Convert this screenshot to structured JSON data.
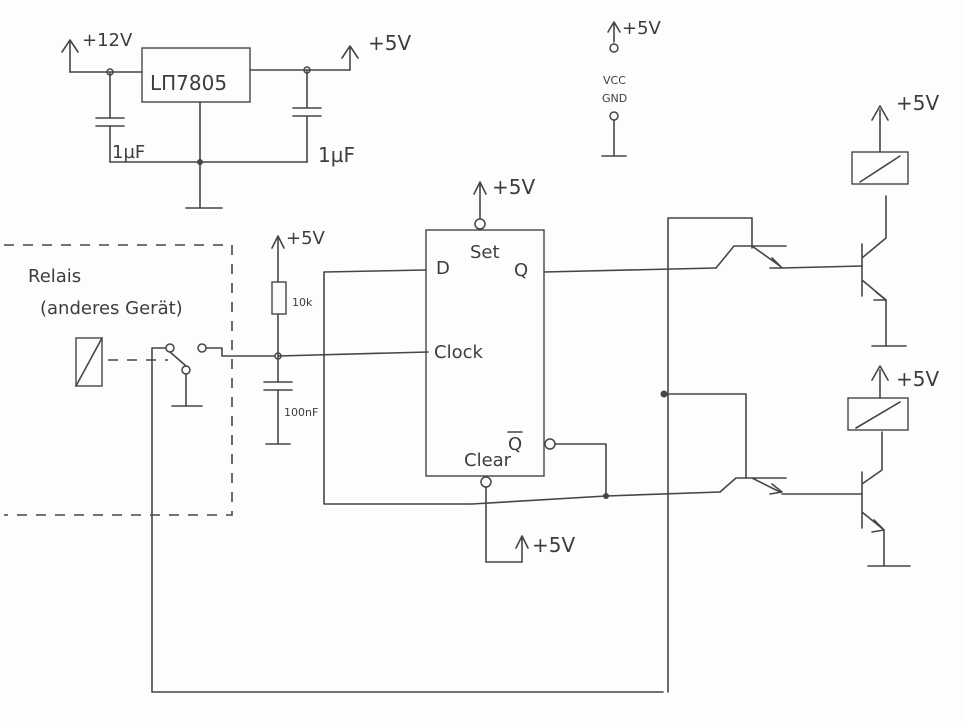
{
  "power": {
    "in_12v": "+12V",
    "out_5v": "+5V",
    "regulator": "LП7805",
    "cap_left": "1µF",
    "cap_right": "1µF"
  },
  "header_pin": {
    "supply": "+5V",
    "vcc": "VCC",
    "gnd": "GND"
  },
  "flipflop": {
    "supply": "+5V",
    "set": "Set",
    "d": "D",
    "q": "Q",
    "clock": "Clock",
    "clear": "Clear",
    "qbar": "Q",
    "clear_supply": "+5V"
  },
  "rc": {
    "supply": "+5V",
    "resistor": "10k",
    "capacitor": "100nF"
  },
  "relay_ext": {
    "title_line1": "Relais",
    "title_line2": "(anderes Gerät)"
  },
  "outputs": {
    "top_supply": "+5V",
    "bottom_supply": "+5V"
  }
}
